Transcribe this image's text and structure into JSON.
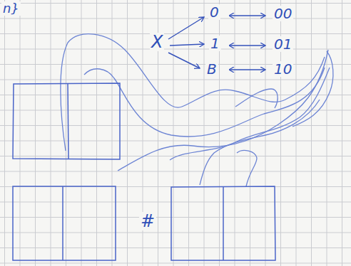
{
  "diagram": {
    "labels": [
      "n}",
      "X",
      "0",
      "1",
      "B",
      "00",
      "01",
      "10",
      "#"
    ]
  }
}
